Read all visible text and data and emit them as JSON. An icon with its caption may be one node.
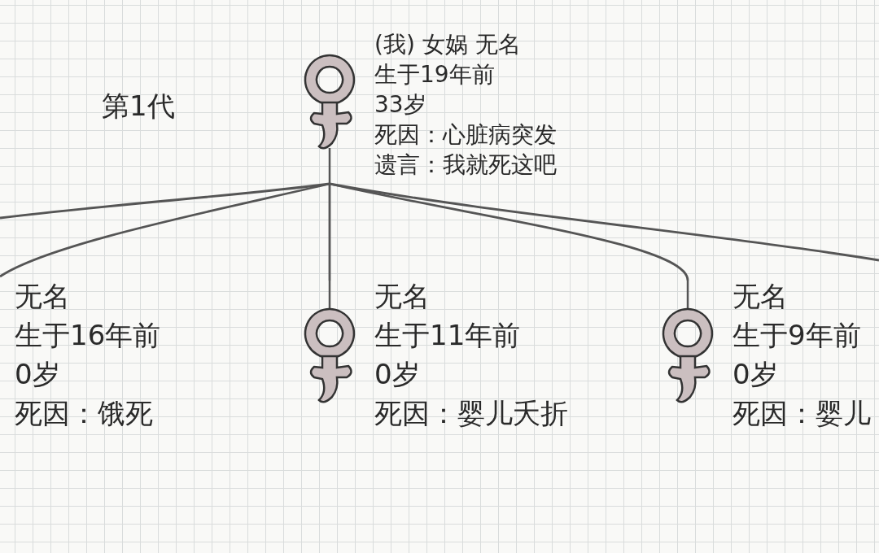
{
  "diagram": {
    "nodes": [
      {
        "text": [
          "(我) 女娲 无名",
          "生于19年前",
          "33岁",
          "死因：心脏病突发",
          "遗言：我就死这吧"
        ]
      },
      {
        "text": [
          "无名",
          "生于16年前",
          "0岁",
          "死因：饿死"
        ]
      },
      {
        "text": [
          "无名",
          "生于11年前",
          "0岁",
          "死因：婴儿夭折"
        ]
      },
      {
        "text": [
          "无名",
          "生于9年前",
          "0岁",
          "死因：婴儿"
        ]
      }
    ],
    "edges": [
      {
        "from": 0,
        "to": null,
        "arrow": "none"
      },
      {
        "from": 0,
        "to": 1,
        "arrow": "none"
      },
      {
        "from": 0,
        "to": 2,
        "arrow": "none"
      },
      {
        "from": 0,
        "to": 3,
        "arrow": "none"
      },
      {
        "from": 0,
        "to": null,
        "arrow": "none"
      }
    ],
    "labels": [
      "第1代"
    ]
  }
}
